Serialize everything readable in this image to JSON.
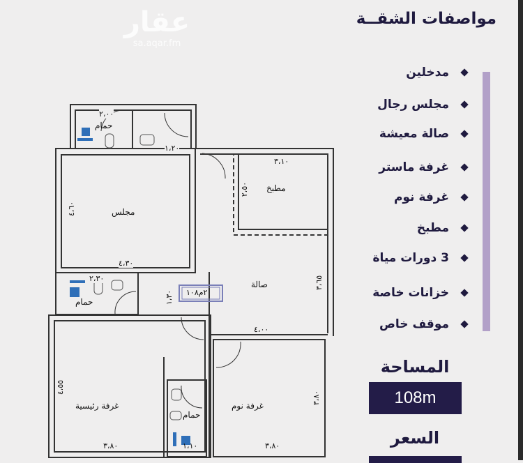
{
  "watermark": {
    "arabic": "عقار",
    "url": "sa.aqar.fm"
  },
  "specs": {
    "title": "مواصفات الشقــة",
    "items": [
      "مدخلين",
      "مجلس رجال",
      "صالة معيشة",
      "غرفة ماستر",
      "غرفة نوم",
      "مطبخ",
      "3 دورات مياة",
      "خزانات خاصة",
      "موقف خاص"
    ],
    "area_label": "المساحة",
    "area_value": "108m",
    "price_label": "السعر"
  },
  "floor_plan": {
    "rooms": {
      "bath_top": "حمام",
      "majlis": "مجلس",
      "kitchen": "مطبخ",
      "hall": "صالة",
      "bath_mid": "حمام",
      "master": "غرفة رئيسية",
      "bath_small": "حمام",
      "bedroom": "غرفة نوم"
    },
    "area_badge": "٢م١٠٨",
    "dims": {
      "bath_top_w": "٢،٠٠",
      "corridor_w": "١،٢٠",
      "majlis_h": "٤،٦٠",
      "majlis_w": "٤،٣٠",
      "kitchen_w": "٣،١٠",
      "kitchen_h": "٢،٥٠",
      "hall_h": "٣،٦٥",
      "bath_mid_w": "٢،٣٠",
      "corridor2": "١،٣٠",
      "hall_w": "٤،٠٠",
      "master_h": "٤،٥٥",
      "master_w": "٣،٨٠",
      "bath_small_w": "١،١٠",
      "bedroom_h": "٣،٨٠",
      "bedroom_w": "٣،٨٠"
    }
  },
  "colors": {
    "navy": "#231c48",
    "accent_bar": "#b2a0c8",
    "fixture_blue": "#2f6fb8"
  }
}
